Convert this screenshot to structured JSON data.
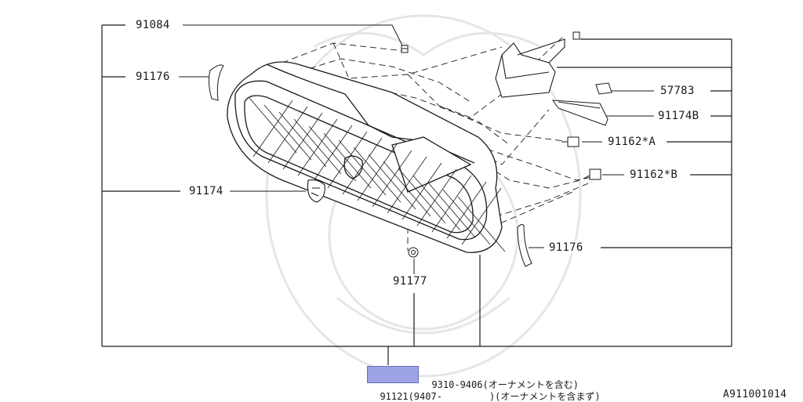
{
  "diagram": {
    "callouts": [
      {
        "id": "c1",
        "text": "91084"
      },
      {
        "id": "c2",
        "text": "91176"
      },
      {
        "id": "c3",
        "text": "91174"
      },
      {
        "id": "c4",
        "text": "57783"
      },
      {
        "id": "c5",
        "text": "91174B"
      },
      {
        "id": "c6",
        "text": "91162*A"
      },
      {
        "id": "c7",
        "text": "91162*B"
      },
      {
        "id": "c8",
        "text": "91176"
      },
      {
        "id": "c9",
        "text": "91177"
      }
    ],
    "assembly_lines": [
      {
        "part": "",
        "date_range": "9310-9406",
        "note": "(オーナメントを含む)"
      },
      {
        "part": "91121",
        "date_range": "(9407-",
        "note": ")(オーナメントを含まず)"
      }
    ],
    "figure_code": "A911001014"
  },
  "colors": {
    "line": "#1a1a1a",
    "highlight": "#9ea3e6",
    "watermark": "#eaeaea"
  }
}
